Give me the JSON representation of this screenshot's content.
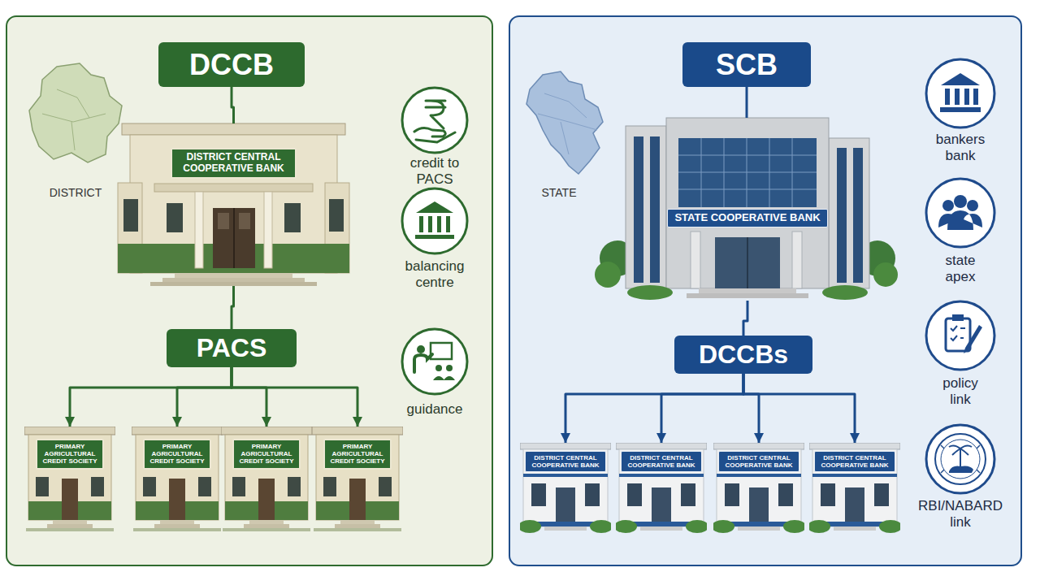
{
  "diagram": {
    "nodes": [
      {
        "text": [
          "DCCB"
        ]
      },
      {
        "text": [
          "DISTRICT CENTRAL COOPERATIVE BANK"
        ]
      },
      {
        "text": [
          "PACS"
        ]
      },
      {
        "text": [
          "PRIMARY AGRICULTURAL CREDIT SOCIETY"
        ]
      },
      {
        "text": [
          "PRIMARY AGRICULTURAL CREDIT SOCIETY"
        ]
      },
      {
        "text": [
          "PRIMARY AGRICULTURAL CREDIT SOCIETY"
        ]
      },
      {
        "text": [
          "PRIMARY AGRICULTURAL CREDIT SOCIETY"
        ]
      },
      {
        "text": [
          "SCB"
        ]
      },
      {
        "text": [
          "STATE COOPERATIVE BANK"
        ]
      },
      {
        "text": [
          "DCCBs"
        ]
      },
      {
        "text": [
          "DISTRICT CENTRAL COOPERATIVE BANK"
        ]
      },
      {
        "text": [
          "DISTRICT CENTRAL COOPERATIVE BANK"
        ]
      },
      {
        "text": [
          "DISTRICT CENTRAL COOPERATIVE BANK"
        ]
      },
      {
        "text": [
          "DISTRICT CENTRAL COOPERATIVE BANK"
        ]
      }
    ],
    "edges": [
      {
        "from": 0,
        "to": 1,
        "arrow": "none"
      },
      {
        "from": 1,
        "to": 2,
        "arrow": "none"
      },
      {
        "from": 2,
        "to": 3,
        "arrow": "to"
      },
      {
        "from": 2,
        "to": 4,
        "arrow": "to"
      },
      {
        "from": 2,
        "to": 5,
        "arrow": "to"
      },
      {
        "from": 2,
        "to": 6,
        "arrow": "to"
      },
      {
        "from": 7,
        "to": 8,
        "arrow": "none"
      },
      {
        "from": 8,
        "to": 9,
        "arrow": "none"
      },
      {
        "from": 9,
        "to": 10,
        "arrow": "to"
      },
      {
        "from": 9,
        "to": 11,
        "arrow": "to"
      },
      {
        "from": 9,
        "to": 12,
        "arrow": "to"
      },
      {
        "from": 9,
        "to": 13,
        "arrow": "to"
      }
    ],
    "labels": [
      "DISTRICT",
      "credit to PACS",
      "balancing centre",
      "guidance",
      "STATE",
      "bankers bank",
      "state apex",
      "policy link",
      "RBI/NABARD link"
    ]
  }
}
